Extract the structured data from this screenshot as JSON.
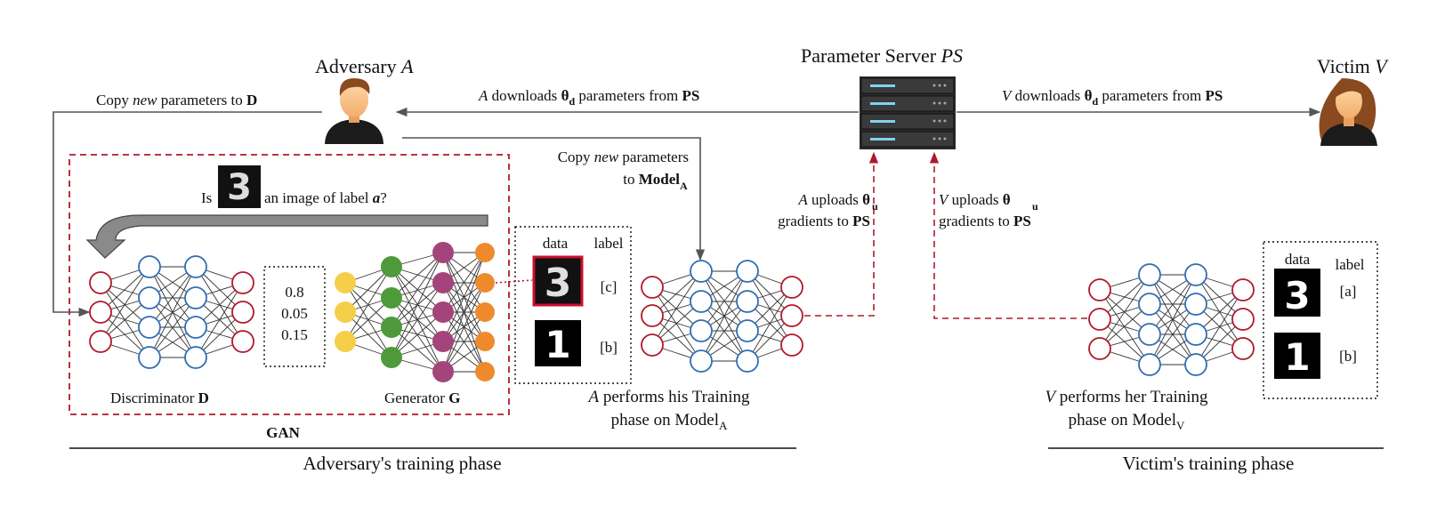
{
  "actors": {
    "adversary": {
      "name": "Adversary",
      "symbol": "A"
    },
    "server": {
      "name": "Parameter Server",
      "symbol": "PS"
    },
    "victim": {
      "name": "Victim",
      "symbol": "V"
    }
  },
  "arrows": {
    "copy_to_d": {
      "pre": "Copy",
      "em": "new",
      "post": "parameters to",
      "bold": "D"
    },
    "a_downloads": {
      "actor": "A",
      "pre": "downloads",
      "theta": "θ",
      "sub": "d",
      "post": "parameters from",
      "bold": "PS"
    },
    "v_downloads": {
      "actor": "V",
      "pre": "downloads",
      "theta": "θ",
      "sub": "d",
      "post": "parameters from",
      "bold": "PS"
    },
    "copy_to_model": {
      "line1_pre": "Copy",
      "line1_em": "new",
      "line1_post": "parameters",
      "line2_pre": "to",
      "line2_bold": "Model",
      "line2_sub": "A"
    },
    "a_uploads": {
      "actor": "A",
      "pre": "uploads",
      "theta": "θ",
      "sub": "u",
      "line2": "gradients to",
      "bold": "PS"
    },
    "v_uploads": {
      "actor": "V",
      "pre": "uploads",
      "theta": "θ",
      "sub": "u",
      "line2": "gradients to",
      "bold": "PS"
    }
  },
  "gan": {
    "question": {
      "pre": "Is",
      "post": "an image of label",
      "label": "a",
      "end": "?"
    },
    "scores": [
      "0.8",
      "0.05",
      "0.15"
    ],
    "discriminator": {
      "label": "Discriminator",
      "bold": "D"
    },
    "generator": {
      "label": "Generator",
      "bold": "G"
    },
    "title": "GAN"
  },
  "adversary_data": {
    "header_data": "data",
    "header_label": "label",
    "labels": [
      "[c]",
      "[b]"
    ],
    "digits": [
      "3",
      "1"
    ]
  },
  "victim_data": {
    "header_data": "data",
    "header_label": "label",
    "labels": [
      "[a]",
      "[b]"
    ],
    "digits": [
      "3",
      "1"
    ]
  },
  "adversary_training": {
    "actor": "A",
    "line1": "performs his Training",
    "line2": "phase on Model",
    "sub": "A"
  },
  "victim_training": {
    "actor": "V",
    "line1": "performs her Training",
    "line2": "phase on Model",
    "sub": "V"
  },
  "phases": {
    "adversary": "Adversary's training phase",
    "victim": "Victim's training phase"
  },
  "colors": {
    "red_dashed": "#b0192b",
    "arrow_gray": "#555555",
    "node_red": "#b0192b",
    "node_blue": "#2f6db5",
    "node_yellow": "#f5cf4a",
    "node_green": "#4e9a3a",
    "node_purple": "#a3457a",
    "node_orange": "#ef8a2c"
  }
}
